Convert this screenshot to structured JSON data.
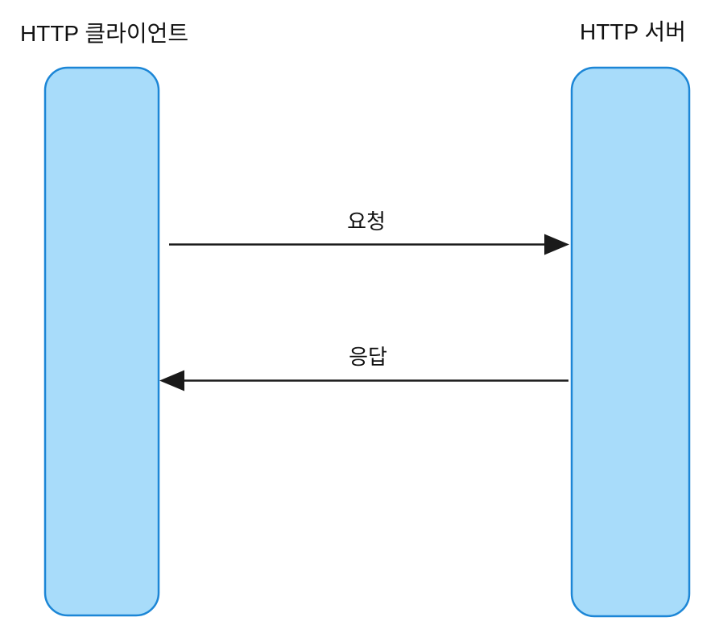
{
  "diagram": {
    "type": "sequence",
    "participants": [
      {
        "id": "client",
        "label": "HTTP 클라이언트"
      },
      {
        "id": "server",
        "label": "HTTP 서버"
      }
    ],
    "messages": [
      {
        "label": "요청",
        "from": "client",
        "to": "server",
        "direction": "right"
      },
      {
        "label": "응답",
        "from": "server",
        "to": "client",
        "direction": "left"
      }
    ],
    "colors": {
      "lifeline_fill": "#a8dcfa",
      "lifeline_stroke": "#1c86d6",
      "arrow_color": "#1a1a1a",
      "text_color": "#111111",
      "background": "#ffffff"
    }
  }
}
